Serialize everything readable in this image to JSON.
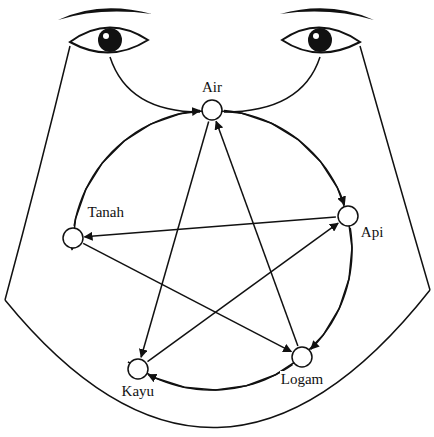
{
  "diagram": {
    "nodes": [
      {
        "text": [
          "Air"
        ]
      },
      {
        "text": [
          "Api"
        ]
      },
      {
        "text": [
          "Logam"
        ]
      },
      {
        "text": [
          "Kayu"
        ]
      },
      {
        "text": [
          "Tanah"
        ]
      }
    ],
    "edges": [
      {
        "from": 0,
        "to": 1,
        "arrow": "to"
      },
      {
        "from": 1,
        "to": 2,
        "arrow": "to"
      },
      {
        "from": 2,
        "to": 3,
        "arrow": "to"
      },
      {
        "from": 3,
        "to": 4,
        "arrow": "to"
      },
      {
        "from": 4,
        "to": 0,
        "arrow": "to"
      },
      {
        "from": 0,
        "to": 3,
        "arrow": "to"
      },
      {
        "from": 3,
        "to": 1,
        "arrow": "to"
      },
      {
        "from": 1,
        "to": 4,
        "arrow": "to"
      },
      {
        "from": 4,
        "to": 2,
        "arrow": "to"
      },
      {
        "from": 2,
        "to": 0,
        "arrow": "to"
      }
    ]
  }
}
